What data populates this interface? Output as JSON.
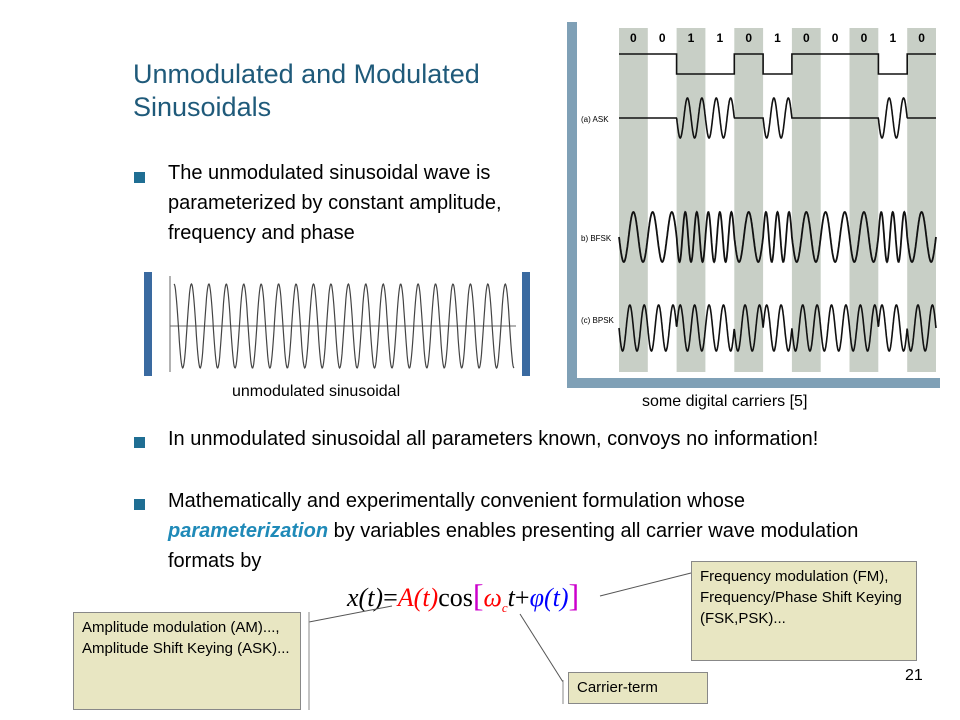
{
  "slide": {
    "title": "Unmodulated and Modulated Sinusoidals",
    "bullets": [
      "The unmodulated sinusoidal wave is parameterized by constant amplitude, frequency and phase",
      "In unmodulated sinusoidal all parameters known, convoys no information!"
    ],
    "bullet3": {
      "pre": "Mathematically and experimentally convenient formulation whose ",
      "accent": "parameterization",
      "post": " by variables enables presenting all carrier wave modulation formats by"
    },
    "caption_left": "unmodulated sinusoidal",
    "caption_right": "some digital carriers [5]",
    "page_number": "21"
  },
  "digital_figure": {
    "bits": [
      "0",
      "0",
      "1",
      "1",
      "0",
      "1",
      "0",
      "0",
      "0",
      "1",
      "0"
    ],
    "row_labels": [
      "(a) ASK",
      "b) BFSK",
      "(c) BPSK"
    ]
  },
  "formula": {
    "x": "x",
    "paren_t": "(t)",
    "eq": "=",
    "A": "A",
    "A_t": "(t)",
    "cos": "cos",
    "lbr": "[",
    "omega": "ω",
    "sub_c": "c",
    "t": "t",
    "plus": "+",
    "phi": "φ",
    "phi_t": "(t)",
    "rbr": "]"
  },
  "callouts": {
    "am": "Amplitude modulation (AM)..., Amplitude Shift Keying (ASK)...",
    "fm": "Frequency modulation (FM), Frequency/Phase Shift Keying (FSK,PSK)...",
    "carrier": "Carrier-term"
  },
  "colors": {
    "title": "#1f5a7a",
    "bullet": "#1f6e93",
    "accent": "#1f8ab8",
    "red": "#ff0000",
    "magenta": "#cc00cc",
    "callout_bg": "#e8e6c2",
    "figure_border": "#7fa0b6",
    "stripe": "#c8cfc6"
  }
}
